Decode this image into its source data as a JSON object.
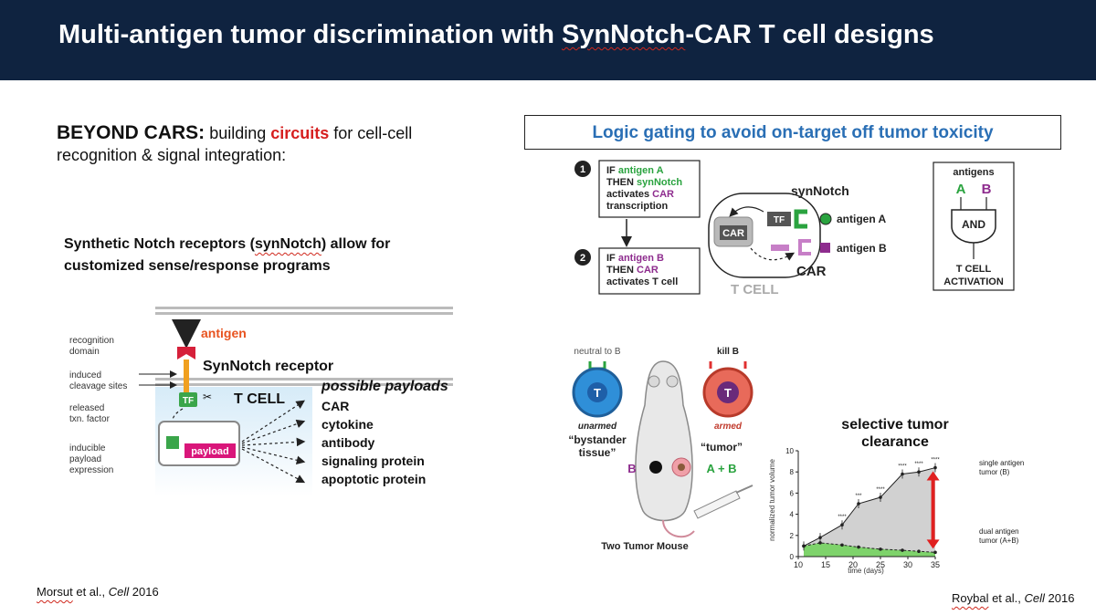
{
  "slide": {
    "title_pre": "Multi-antigen tumor discrimination with ",
    "title_synnotch": "SynNotch",
    "title_post": "-CAR T cell designs",
    "beyond_bold": "BEYOND CARS:",
    "beyond_pre": "  building ",
    "beyond_red": "circuits",
    "beyond_post": " for cell-cell recognition & signal integration:",
    "synnotch_pre": "Synthetic Notch receptors (",
    "synnotch_word": "synNotch",
    "synnotch_post": ") allow for customized sense/response programs",
    "logic_title": "Logic gating to avoid on-target off tumor toxicity",
    "cite_left_author": "Morsut",
    "cite_left_rest": " et al., ",
    "cite_left_journal": "Cell",
    "cite_left_year": " 2016",
    "cite_right_author": "Roybal",
    "cite_right_rest": " et al., ",
    "cite_right_journal": "Cell",
    "cite_right_year": " 2016"
  },
  "receptor_diagram": {
    "side_labels": [
      "recognition",
      "domain",
      "induced",
      "cleavage sites",
      "released",
      "txn. factor",
      "inducible",
      "payload",
      "expression"
    ],
    "antigen": "antigen",
    "receptor": "SynNotch receptor",
    "tcell": "T CELL",
    "tf": "TF",
    "payload": "payload",
    "payloads_title": "possible payloads",
    "payloads": [
      "CAR",
      "cytokine",
      "antibody",
      "signaling protein",
      "apoptotic protein"
    ]
  },
  "logic_diagram": {
    "step1_num": "1",
    "step1": [
      "IF ",
      "antigen A",
      "THEN ",
      "synNotch",
      "activates ",
      "CAR",
      "transcription"
    ],
    "step2_num": "2",
    "step2": [
      "IF ",
      "antigen B",
      "THEN ",
      "CAR",
      "activates T cell"
    ],
    "synnotch": "synNotch",
    "tf": "TF",
    "car_box": "CAR",
    "antigen_a": "antigen A",
    "antigen_b": "antigen B",
    "car_label": "CAR",
    "tcell": "T CELL",
    "gate_title": "antigens",
    "gate_a": "A",
    "gate_b": "B",
    "gate_and": "AND",
    "gate_out1": "T CELL",
    "gate_out2": "ACTIVATION",
    "color_a": "#2aa33f",
    "color_b": "#8e2c8e"
  },
  "mouse_diagram": {
    "neutral": "neutral to B",
    "kill": "kill B",
    "t": "T",
    "unarmed": "unarmed",
    "armed": "armed",
    "bystander1": "“bystander",
    "bystander2": "tissue”",
    "b": "B",
    "tumor": "“tumor”",
    "ab": "A + B",
    "caption": "Two Tumor Mouse"
  },
  "chart_data": {
    "type": "line",
    "title": "selective tumor clearance",
    "title_line1": "selective tumor",
    "title_line2": "clearance",
    "xlabel": "time (days)",
    "ylabel": "normalized tumor volume",
    "xlim": [
      10,
      35
    ],
    "ylim": [
      0,
      10
    ],
    "xticks": [
      10,
      15,
      20,
      25,
      30,
      35
    ],
    "yticks": [
      0,
      2,
      4,
      6,
      8,
      10
    ],
    "series": [
      {
        "name": "single antigen tumor (B)",
        "label1": "single antigen",
        "label2": "tumor (B)",
        "x": [
          11,
          14,
          18,
          21,
          25,
          29,
          32,
          35
        ],
        "y": [
          1.0,
          1.8,
          3.0,
          5.0,
          5.6,
          7.8,
          8.0,
          8.4
        ],
        "color": "#c9c9c9"
      },
      {
        "name": "dual antigen tumor (A+B)",
        "label1": "dual antigen",
        "label2": "tumor (A+B)",
        "x": [
          11,
          14,
          18,
          21,
          25,
          29,
          32,
          35
        ],
        "y": [
          1.0,
          1.3,
          1.1,
          0.9,
          0.7,
          0.6,
          0.5,
          0.4
        ],
        "color": "#7ed36b"
      }
    ],
    "annotations": [
      "****",
      "***",
      "****",
      "****",
      "****",
      "****"
    ]
  },
  "colors": {
    "title_bar": "#0f2340",
    "circuits_red": "#d61f1f",
    "logic_blue": "#2a6fb5",
    "antigen_orange": "#e8531f",
    "payload_magenta": "#d9167a",
    "tf_green": "#3aa54a"
  }
}
